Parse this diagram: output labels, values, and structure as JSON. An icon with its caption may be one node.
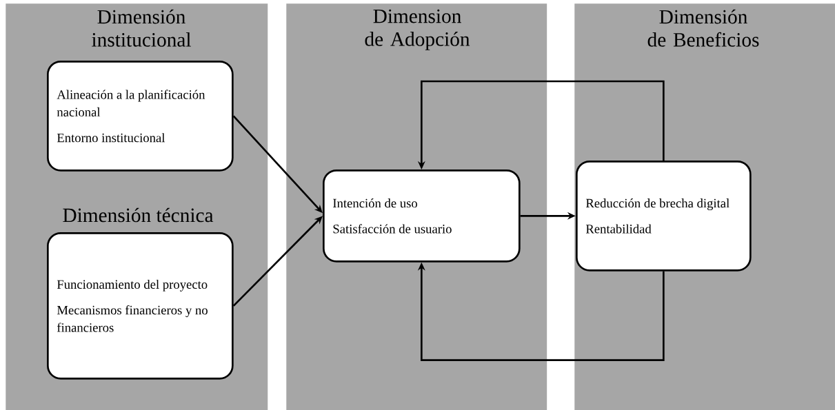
{
  "diagram": {
    "nodes": [
      {
        "text": [
          "Dimensión institucional"
        ]
      },
      {
        "text": [
          "Alineación a la planificación nacional",
          "Entorno institucional"
        ],
        "in": 0
      },
      {
        "text": [
          "Dimensión técnica",
          "Funcionamiento del proyecto",
          "Mecanismos financieros y no financieros"
        ],
        "in": 0
      },
      {
        "text": [
          "Dimension de Adopción"
        ]
      },
      {
        "text": [
          "Intención de uso",
          "Satisfacción de usuario"
        ],
        "in": 3
      },
      {
        "text": [
          "Dimensión de Beneficios"
        ]
      },
      {
        "text": [
          "Reducción de brecha digital",
          "Rentabilidad"
        ],
        "in": 5
      }
    ],
    "edges": [
      {
        "from": 1,
        "to": 4,
        "arrow": "to"
      },
      {
        "from": 2,
        "to": 4,
        "arrow": "to"
      },
      {
        "from": 4,
        "to": 6,
        "arrow": "to"
      },
      {
        "from": 6,
        "to": 4,
        "arrow": "to"
      },
      {
        "from": 6,
        "to": 4,
        "arrow": "to"
      }
    ]
  }
}
